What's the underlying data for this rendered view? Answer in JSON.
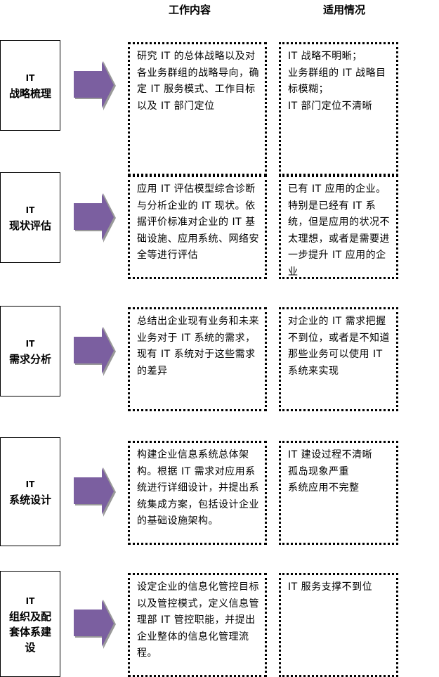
{
  "headers": {
    "work": "工作内容",
    "scope": "适用情况"
  },
  "rows": [
    {
      "prefix": "IT",
      "stage": "战略梳理",
      "work": "研究 IT 的总体战略以及对各业务群组的战略导向，确定 IT 服务模式、工作目标以及 IT 部门定位",
      "scope": [
        "IT 战略不明晰；",
        "业务群组的 IT 战略目标模糊；",
        "IT 部门定位不清晰"
      ]
    },
    {
      "prefix": "IT",
      "stage": "现状评估",
      "work": "应用 IT 评估模型综合诊断与分析企业的 IT 现状。依据评价标准对企业的 IT 基础设施、应用系统、网络安全等进行评估",
      "scope": [
        "已有 IT 应用的企业。特别是已经有 IT 系统，但是应用的状况不太理想，或者是需要进一步提升 IT 应用的企业"
      ]
    },
    {
      "prefix": "IT",
      "stage": "需求分析",
      "work": "总结出企业现有业务和未来业务对于 IT 系统的需求，现有 IT 系统对于这些需求的差异",
      "scope": [
        "对企业的 IT 需求把握不到位，或者是不知道那些业务可以使用 IT 系统来实现"
      ]
    },
    {
      "prefix": "IT",
      "stage": "系统设计",
      "work": "构建企业信息系统总体架构。根据 IT 需求对应用系统进行详细设计，并提出系统集成方案，包括设计企业的基础设施架构。",
      "scope": [
        "IT 建设过程不清晰",
        "孤岛现象严重",
        "系统应用不完整"
      ]
    },
    {
      "prefix": "IT",
      "stage": "组织及配套体系建设",
      "work": "设定企业的信息化管控目标以及管控模式，定义信息管理部 IT 管控职能，并提出企业整体的信息化管理流程。",
      "scope": [
        "IT 服务支撑不到位"
      ]
    }
  ],
  "colors": {
    "arrow": "#7b5fa0"
  }
}
